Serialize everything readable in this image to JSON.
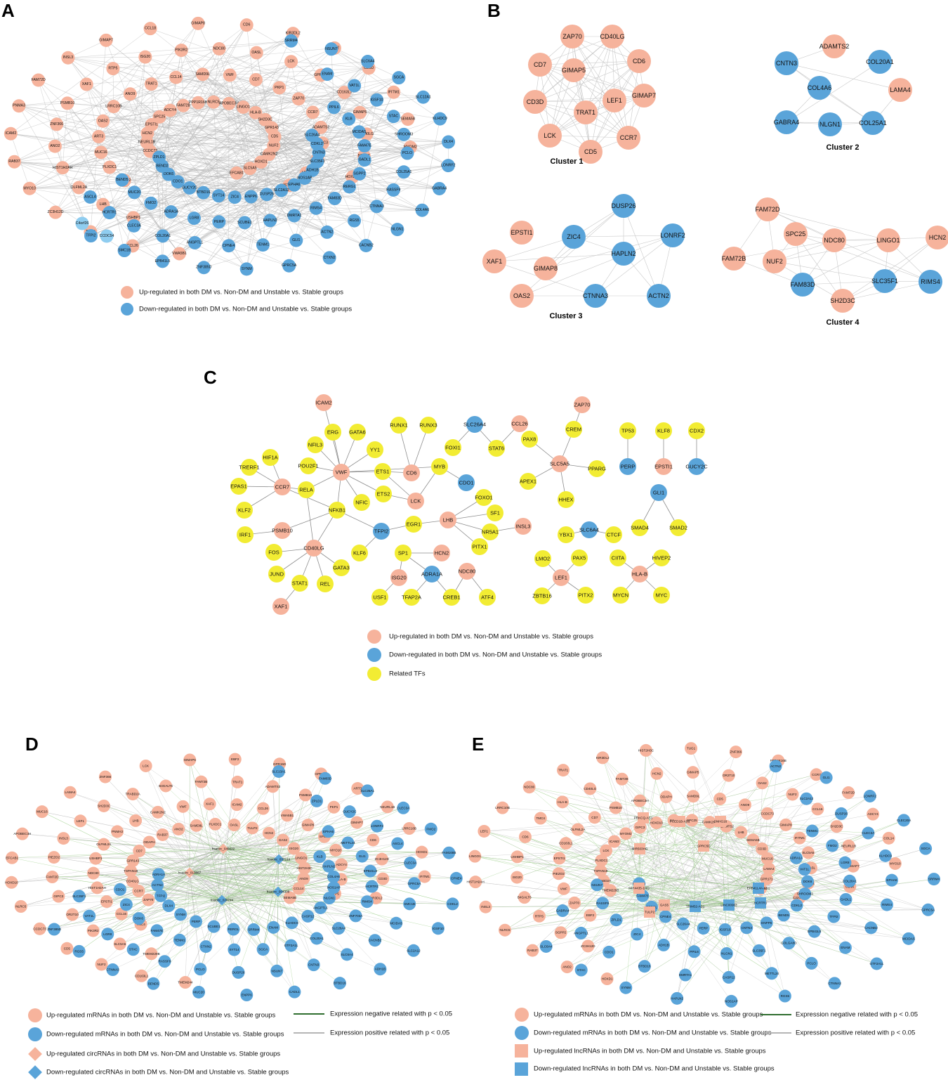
{
  "colors": {
    "up": "#f6b39c",
    "down": "#5aa4d9",
    "tf": "#f2ec33",
    "light_blue": "#8fcdf0",
    "edge_gray": "#b5b5b5",
    "edge_green": "#8fc87a",
    "edge_dark_green": "#2f6e2f"
  },
  "panels": {
    "A": "A",
    "B": "B",
    "C": "C",
    "D": "D",
    "E": "E"
  },
  "panelA": {
    "up_genes": [
      "VWA5B1",
      "USHBP1",
      "PIEZO2",
      "CCDC73",
      "CCL26",
      "LHB",
      "PLXDC1",
      "NEURL1B",
      "TMC4",
      "OLFML2A",
      "MUC16",
      "HCN2",
      "ZC3H12D",
      "HIST1H2AH",
      "ART3",
      "EPSTI1",
      "MYO10",
      "ANO2",
      "OAS2",
      "SPC25",
      "RAB37",
      "ZNF366",
      "LRRC10B",
      "ADCY4",
      "ICAM2",
      "PSMB10",
      "ANO9",
      "FAM72B",
      "PNMA3",
      "XAF1",
      "TRAT1",
      "PPP1R16B",
      "FAM72D",
      "RTP5",
      "CCL14",
      "NLRC5",
      "INSL3",
      "ISG20",
      "SAMD9L",
      "APOBEC3H",
      "GIMAP7",
      "PIK3R2",
      "VWF",
      "LINGO1",
      "CCL18",
      "NDC80",
      "CD7",
      "HLA-B",
      "GIMAP8",
      "OASL",
      "PKP1",
      "SH2D3C",
      "CD6",
      "LCK",
      "ZAP70",
      "GPR143",
      "KIR3DL2",
      "GPR171",
      "CCR7",
      "CD5",
      "EBF2",
      "CD163L1",
      "ADAMTS2",
      "NUF2",
      "CD3D",
      "GIMAP5",
      "GIPC3",
      "CAMK2N2",
      "IFITM1",
      "CD40LG",
      "CLNK",
      "HOXD1",
      "SEMA5B",
      "NTNG1",
      "LEF1",
      "SLC5A5",
      "MYOM2",
      "HOXD10",
      "HIST2H3C",
      "EFCAB1"
    ],
    "down_genes": [
      "SRRM4",
      "ENAM",
      "PPIL6",
      "SLC26A4",
      "NSUN7",
      "VAT1L",
      "KLB",
      "CDKL2",
      "SLC6A4",
      "IGSF10",
      "MCIDAS",
      "CNTN3",
      "SGCA",
      "STAC",
      "FAM47E",
      "SLC35F1",
      "SLC12A1",
      "SHROOM3",
      "GADL1",
      "ADH1B",
      "KLHDC9",
      "PCLO",
      "SGPP2",
      "NOS1AP",
      "DLX4",
      "COL25A1",
      "RERGL",
      "EPHA6",
      "LONRF2",
      "RASSF9",
      "FAM83D",
      "SLC2A12",
      "GABRA4",
      "CTNNA3",
      "RIMS4",
      "DUSP26",
      "COL4A6",
      "RGS5",
      "DMRTA1",
      "ENPP6",
      "NLGN1",
      "ACTN2",
      "HAPLN2",
      "ZIC4",
      "CACNB2",
      "GLI1",
      "SCUBE1",
      "SYT14",
      "CTXN2",
      "TENM1",
      "PERP",
      "BTBD16",
      "GPRC5A",
      "CPNE4",
      "LGR8",
      "GUCY2C",
      "SYNM",
      "ANGPTL1",
      "ADRA1A",
      "CDO1",
      "ZNF385D",
      "COL20A1",
      "FMO2",
      "DOK6",
      "EPB41L5",
      "CLEC3A",
      "MUC20",
      "BEND2",
      "SMC1B",
      "HCRTR1",
      "BEND5",
      "ZPLD1",
      "TFPI2",
      "ASCL4"
    ],
    "light_nodes": [
      "C4orf26",
      "CCDC54"
    ]
  },
  "legendA": {
    "up": "Up-regulated in both DM vs. Non-DM and Unstable vs. Stable groups",
    "down": "Down-regulated in both DM vs. Non-DM and Unstable vs. Stable groups"
  },
  "clusters": [
    {
      "title": "Cluster 1",
      "up": [
        "ZAP70",
        "CD40LG",
        "CD7",
        "GIMAP5",
        "CD6",
        "GIMAP7",
        "CD3D",
        "TRAT1",
        "LEF1",
        "LCK",
        "CD5",
        "CCR7"
      ],
      "down": []
    },
    {
      "title": "Cluster 2",
      "up": [
        "ADAMTS2",
        "LAMA4"
      ],
      "down": [
        "CNTN3",
        "COL20A1",
        "COL4A6",
        "GABRA4",
        "NLGN1",
        "COL25A1"
      ]
    },
    {
      "title": "Cluster 3",
      "up": [
        "EPSTI1",
        "XAF1",
        "GIMAP8",
        "OAS2"
      ],
      "down": [
        "DUSP26",
        "ZIC4",
        "LONRF2",
        "HAPLN2",
        "CTNNA3",
        "ACTN2"
      ]
    },
    {
      "title": "Cluster 4",
      "up": [
        "FAM72D",
        "SPC25",
        "NDC80",
        "FAM72B",
        "NUF2",
        "SH2D3C",
        "LINGO1",
        "HCN2"
      ],
      "down": [
        "FAM83D",
        "SLC35F1",
        "RIMS4"
      ]
    }
  ],
  "panelC": {
    "up_genes": [
      "ICAM2",
      "CCL26",
      "ZAP70",
      "CD6",
      "VWF",
      "CCR7",
      "LCK",
      "PSMB10",
      "CD40LG",
      "LHB",
      "INSL3",
      "XAF1",
      "HCN2",
      "ISG20",
      "NDC80",
      "SLC5A5",
      "EPSTI1",
      "LEF1",
      "HLA-B"
    ],
    "down_genes": [
      "SLC26A4",
      "CDO1",
      "TFPI2",
      "ADRA1A",
      "PERP",
      "GUCY2C",
      "SLC6A4",
      "GLI1"
    ],
    "tfs": [
      "ERG",
      "GATA6",
      "RUNX1",
      "RUNX3",
      "CREM",
      "TP53",
      "KLF8",
      "CDX2",
      "HIF1A",
      "NFIL3",
      "YY1",
      "FOXI1",
      "STAT6",
      "PAX8",
      "TRERF1",
      "POU2F1",
      "ETS1",
      "MYB",
      "EPAS1",
      "APEX1",
      "PPARG",
      "RELA",
      "ETS2",
      "KLF2",
      "NFKB1",
      "NFIC",
      "FOXO1",
      "HHEX",
      "SF1",
      "IRF1",
      "EGR1",
      "NR5A1",
      "YBX1",
      "CTCF",
      "SMAD4",
      "SMAD2",
      "PITX1",
      "FOS",
      "KLF6",
      "SP1",
      "JUND",
      "GATA3",
      "LMO2",
      "PAX5",
      "CIITA",
      "HIVEP2",
      "STAT1",
      "REL",
      "USF1",
      "TFAP2A",
      "CREB1",
      "ATF4",
      "ZBTB16",
      "PITX2",
      "MYCN",
      "MYC"
    ]
  },
  "legendC": {
    "up": "Up-regulated in both DM vs. Non-DM and Unstable vs. Stable groups",
    "down": "Down-regulated in both DM vs. Non-DM and Unstable vs. Stable groups",
    "tf": "Related TFs"
  },
  "panelD": {
    "up_genes": [
      "TMEM244",
      "TMEM229B",
      "TMC4",
      "ZAP70",
      "CD163L1",
      "SLC5A5",
      "CCL16",
      "CCR7",
      "NUF2",
      "PIK3R2",
      "EPSTI1",
      "CD40LG",
      "CD5",
      "OR2T10",
      "HIST1H2AH",
      "TSPAN18",
      "CCDC73",
      "GIPC3",
      "NDC80",
      "GPR143",
      "NLRC5",
      "FAM72D",
      "USHBP1",
      "CD7",
      "HOXD10",
      "PIEZO2",
      "OLFML2A",
      "ODAPH",
      "EFCAB1",
      "INSL3",
      "PNMA3",
      "RAB37",
      "APOBEC3H",
      "LEF1",
      "LHB",
      "ANO2",
      "MUC16",
      "SH2D3C",
      "CAMK2N2",
      "SAMD9L",
      "LAMA4",
      "TRABD2A",
      "VWF",
      "PLXDC1",
      "ZNF366",
      "B4GALT6",
      "XAF1",
      "OASL",
      "LCK",
      "FAM72B",
      "ICAM2",
      "TULP2",
      "GIMAP5",
      "TRAT1",
      "CCL26",
      "HCN2",
      "EBF2",
      "ADAMTS2",
      "VWA5B1",
      "GAS2",
      "GPR15D",
      "PSMB10",
      "GIMAP8",
      "ISG20",
      "GPR171",
      "PKP1",
      "SPC25",
      "LINGO1",
      "ART3",
      "GIMAP7",
      "MYO10",
      "HIST2H3C",
      "NEURL1B",
      "CD6",
      "ADCY4",
      "ANO9",
      "LRRC10B",
      "ZC3H12D",
      "HLA-B",
      "CCL14",
      "HOXD1",
      "CD3D",
      "RTP5",
      "SEMA5B",
      "IFITM1",
      "KIR3DL2"
    ],
    "down_genes": [
      "SLC13A1",
      "ZPLD1",
      "EPHA6",
      "KLB",
      "FAM83D",
      "GUCY2C",
      "METTL24",
      "HAPLN2",
      "SLC25A1",
      "LONRF2",
      "GLI1",
      "COL4A6",
      "CLEC3A",
      "ASCL4",
      "EPB41L5",
      "NOS1AP",
      "FMO2",
      "CLEC3A",
      "HCRTR1",
      "NLGN1",
      "FAM168B",
      "GPRC5A",
      "RIMS4",
      "ANGPTL1",
      "CPNE4",
      "SMC1B",
      "ZNF703A",
      "CASP12",
      "CDKL2",
      "MCIDAS",
      "SLC26A4",
      "KLHDC9",
      "IGSF10",
      "CACNB2",
      "COL20A1",
      "ENAM",
      "SLC2A12",
      "SLC6A4",
      "GTF2A1L",
      "SRRM4",
      "ADH1B",
      "CNTN3",
      "SGCA",
      "RERGL",
      "BTBD16",
      "NSUN7",
      "SYT14",
      "SCUBE1",
      "CADL1",
      "DUSP26",
      "CTXN2",
      "PERP",
      "ENPP6",
      "PCLO",
      "TENM1",
      "SYNM",
      "MUC20",
      "RASSF9",
      "FAM47E",
      "DLX4",
      "BEND5",
      "STAC",
      "DOK6",
      "TFPI2",
      "CTNNA3",
      "LGR8",
      "ZIC4",
      "ACTN2",
      "RGS5",
      "VAT1L",
      "CDO1",
      "ADRA1A",
      "ZNF385D",
      "SLC35F1"
    ],
    "up_circ": [
      "hsacirc_045622",
      "hsacirc_013867"
    ],
    "down_circ": [
      "hsacirc_028744",
      "hsacirc_037219",
      "hsacirc_004308"
    ]
  },
  "legendD": {
    "up_m": "Up-regulated mRNAs in both DM vs. Non-DM and Unstable vs. Stable groups",
    "down_m": "Down-regulated mRNAs in both DM vs. Non-DM and Unstable vs. Stable groups",
    "up_c": "Up-regulated circRNAs in both DM vs. Non-DM and Unstable vs. Stable groups",
    "down_c": "Down-regulated circRNAs in both DM vs. Non-DM and Unstable vs. Stable groups",
    "neg": "Expression negative related with p < 0.05",
    "pos": "Expression positive related with p < 0.05"
  },
  "panelE": {
    "up_genes": [
      "HOXD1",
      "ZC3H12D",
      "EBF2",
      "TMEM229B",
      "ANO2",
      "SGPP2",
      "ZAP70",
      "TRABD2A",
      "RAB37",
      "RTPS",
      "VWF",
      "TSPAN18",
      "NLRC5",
      "B4GALT6",
      "PIEZO2",
      "PLXDC1",
      "INSL3",
      "ISG20",
      "EPSTI1",
      "LCK",
      "HIST1H2AH",
      "USHBP1",
      "CD163L1",
      "ICAM2",
      "LINGO1",
      "CD6",
      "OLFML2A",
      "MYOM2",
      "LEF1",
      "TMC4",
      "CD7",
      "GIPC3",
      "LRRC10B",
      "HLA-B",
      "PSMB10",
      "HOXD10",
      "NDC80",
      "CD40LG",
      "APOBEC3H",
      "XAF1",
      "TRAT1",
      "FAM72B",
      "ODAPH",
      "SPC25",
      "KIR3DL2",
      "HCN2",
      "SAMD9L",
      "CAMK2N2",
      "HIST2H3C",
      "GIMAP5",
      "CD5",
      "ADAMTS2",
      "TUG1",
      "OR2T10",
      "ANO9",
      "LHB",
      "ZNF366",
      "OAS2",
      "CCDC73",
      "SEMA5B",
      "PPP1R16B",
      "NUF2",
      "GIMAP8",
      "CD3D",
      "CCR7",
      "CCL16",
      "IFITM1",
      "MUC16",
      "FAM72D",
      "SH2D3C",
      "SLC5A5",
      "LAMA4",
      "ADCY4",
      "NEURL1B",
      "OASL",
      "GPR171",
      "COL14",
      "GIMAP7",
      "VWA5B1",
      "GPR143",
      "MYO10",
      "CLNK",
      "C22orf34"
    ],
    "down_genes": [
      "ACTN2",
      "SLC2A12",
      "TENM1",
      "ADRA1A",
      "GLI1",
      "DUSP26",
      "FMO2",
      "VAT1L",
      "LONRF2",
      "CLEC3A",
      "LGR8",
      "DOK6",
      "CLEC20A",
      "KLHDC9",
      "COL20A1",
      "SHROOM3",
      "SGCA",
      "EPHA6",
      "GADL1",
      "CDKL2",
      "SRRM4",
      "RIMS4",
      "TFPI2",
      "BEND5",
      "GPRC5A",
      "CACNB2",
      "EPB41L5",
      "ENPP6",
      "MCIDAS",
      "ENAM",
      "GOLGA8O",
      "CNTN3",
      "GTF2A1L",
      "PCLO",
      "SLC35F1",
      "IGSF10",
      "CTNNA3",
      "METTL24",
      "NLGN1",
      "PERP",
      "RGS5",
      "CASP12",
      "PPIL6",
      "SLC26A4",
      "NOS1AP",
      "DMRTA1",
      "ADH1B",
      "CPNE4",
      "HAPLN2",
      "BTBD16",
      "ZIC4",
      "RERGL",
      "SYNM",
      "CDO1",
      "ZPLD1",
      "FAM47E",
      "STAC",
      "ANGPTL1",
      "RASSF9",
      "COL4A6",
      "SLC6A4",
      "GABRA4",
      "NSUN7"
    ],
    "up_lnc": [
      "MIR503HG",
      "MIR4435-1HG",
      "GAS5",
      "TULP2",
      "PRKCQ-AS1",
      "PCED1B-AS1",
      "SNHG16",
      "GPRC5D"
    ],
    "down_lnc": [
      "TRIM52-AS1",
      "LINC00963",
      "EPB41L4A-AS1",
      "HCRTR1"
    ]
  },
  "legendE": {
    "up_m": "Up-regulated mRNAs in both DM vs. Non-DM and Unstable vs. Stable groups",
    "down_m": "Down-regulated mRNAs in both DM vs. Non-DM and Unstable vs. Stable groups",
    "up_l": "Up-regulated lncRNAs in both DM vs. Non-DM and Unstable vs. Stable groups",
    "down_l": "Down-regulated lncRNAs in both DM vs. Non-DM and Unstable vs. Stable groups",
    "neg": "Expression negative related with p < 0.05",
    "pos": "Expression positive related with p < 0.05"
  }
}
